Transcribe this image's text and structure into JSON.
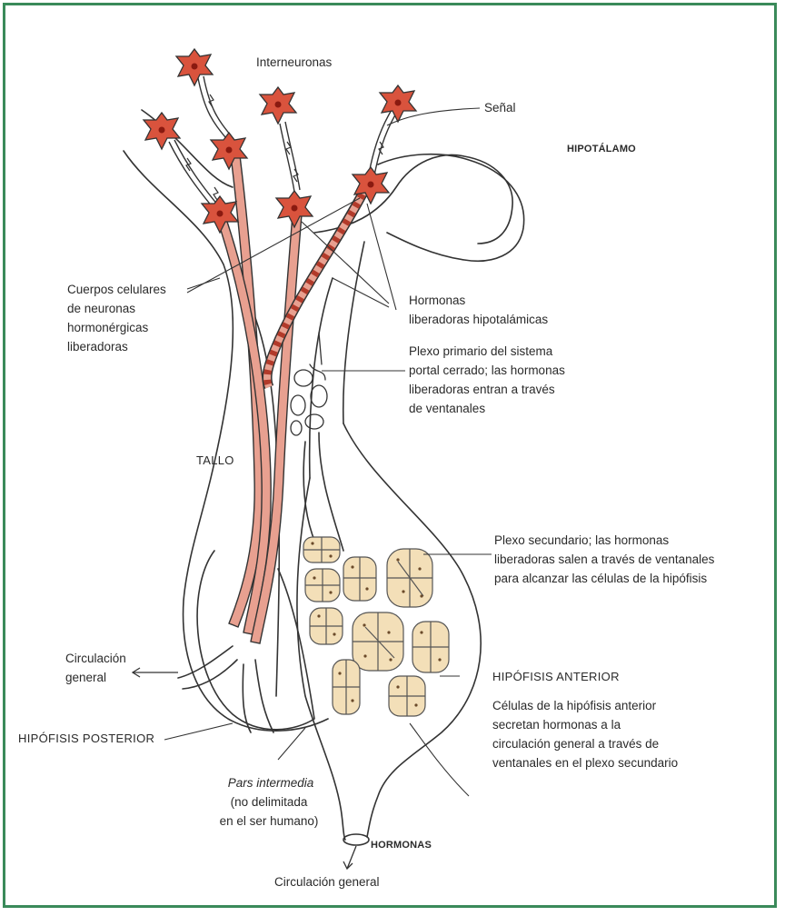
{
  "labels": {
    "interneuronas": "Interneuronas",
    "senal": "Señal",
    "hipotalamo": "HIPOTÁLAMO",
    "cuerpos": "Cuerpos celulares\nde neuronas\nhormonérgicas\nliberadoras",
    "hormonas_lib": "Hormonas\nliberadoras hipotalámicas",
    "plexo_primario": "Plexo primario del sistema\nportal cerrado; las hormonas\nliberadoras entran a través\nde ventanales",
    "tallo": "TALLO",
    "plexo_secundario": "Plexo secundario; las hormonas\nliberadoras salen a través de ventanales\npara alcanzar las células de la hipófisis",
    "circulacion_general_left": "Circulación\ngeneral",
    "hipofisis_anterior": "HIPÓFISIS ANTERIOR",
    "celulas_hipofisis": "Células de la hipófisis anterior\nsecretan hormonas a la\ncirculación general a través de\nventanales en el plexo secundario",
    "hipofisis_posterior": "HIPÓFISIS POSTERIOR",
    "pars_intermedia": "Pars intermedia",
    "no_delimitada": "(no delimitada\nen el ser humano)",
    "hormonas": "HORMONAS",
    "circulacion_general_bottom": "Circulación general"
  },
  "colors": {
    "border": "#3a8a5a",
    "neuron_fill": "#d9533d",
    "axon_fill": "#e8a090",
    "cell_fill": "#f3dfb8",
    "outline": "#333333"
  },
  "icons": [
    "neuron-icon",
    "lightning-icon",
    "arrow-icon"
  ]
}
